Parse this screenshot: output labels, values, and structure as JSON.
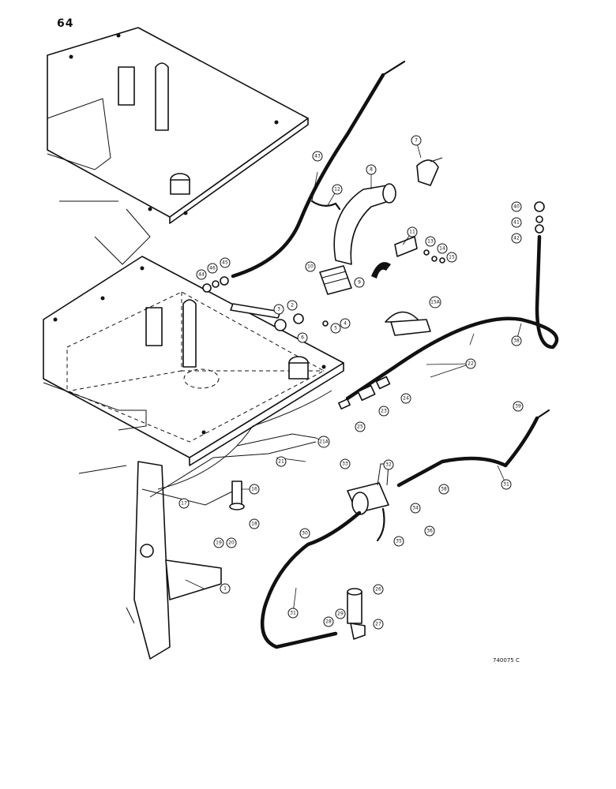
{
  "page": {
    "number": "64",
    "figure_code": "740075 C"
  },
  "callouts": [
    "1",
    "2",
    "3",
    "4",
    "5",
    "6",
    "7",
    "8",
    "9",
    "10",
    "11",
    "12",
    "13",
    "14",
    "15",
    "15A",
    "16",
    "17",
    "18",
    "19",
    "20",
    "21",
    "21A",
    "22",
    "23",
    "24",
    "25",
    "26",
    "27",
    "28",
    "29",
    "30",
    "31",
    "32",
    "33",
    "34",
    "35",
    "36",
    "38",
    "39",
    "40",
    "41",
    "42",
    "43",
    "44",
    "45",
    "46"
  ]
}
